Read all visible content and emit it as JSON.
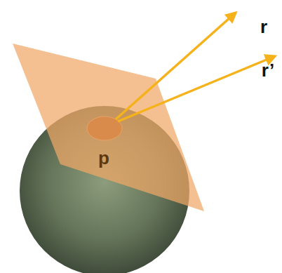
{
  "diagram": {
    "labels": [
      "p",
      "r",
      "r’"
    ]
  }
}
